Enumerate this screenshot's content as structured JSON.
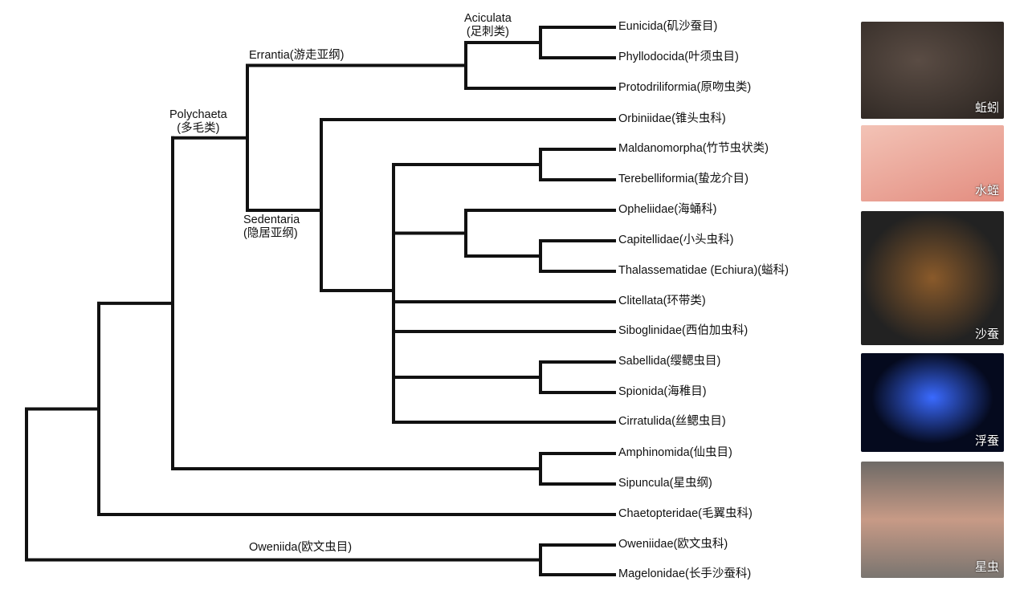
{
  "leaves": [
    "Eunicida(矶沙蚕目)",
    "Phyllodocida(叶须虫目)",
    "Protodriliformia(原吻虫类)",
    "Orbiniidae(锥头虫科)",
    "Maldanomorpha(竹节虫状类)",
    "Terebelliformia(蛰龙介目)",
    "Opheliidae(海蛹科)",
    "Capitellidae(小头虫科)",
    "Thalassematidae (Echiura)(螠科)",
    "Clitellata(环带类)",
    "Siboglinidae(西伯加虫科)",
    "Sabellida(缨鳃虫目)",
    "Spionida(海稚目)",
    "Cirratulida(丝鳃虫目)",
    "Amphinomida(仙虫目)",
    "Sipuncula(星虫纲)",
    "Chaetopteridae(毛翼虫科)",
    "Oweniidae(欧文虫科)",
    "Magelonidae(长手沙蚕科)"
  ],
  "clades": {
    "aciculata": {
      "name": "Aciculata",
      "zh": "(足刺类)"
    },
    "errantia": {
      "name": "Errantia(游走亚纲)"
    },
    "polychaeta": {
      "name": "Polychaeta",
      "zh": "(多毛类)"
    },
    "sedentaria": {
      "name": "Sedentaria",
      "zh": "(隐居亚纲)"
    },
    "oweniida": {
      "name": "Oweniida(欧文虫目)"
    }
  },
  "photos": [
    {
      "caption": "蚯蚓",
      "color": "#3a3430"
    },
    {
      "caption": "水蛭",
      "color": "#e9a79a"
    },
    {
      "caption": "沙蚕",
      "color": "#2a2a2a"
    },
    {
      "caption": "浮蚕",
      "color": "#050a1e"
    },
    {
      "caption": "星虫",
      "color": "#8a8580"
    }
  ],
  "line_color": "#111111"
}
